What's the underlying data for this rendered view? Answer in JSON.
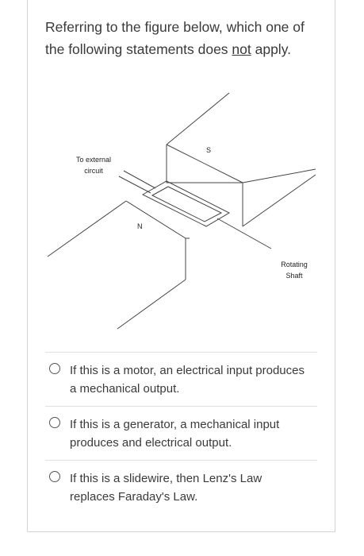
{
  "question": {
    "prefix": "Referring to the figure below, which one of the following statements does ",
    "emphasis": "not",
    "suffix": " apply."
  },
  "figure": {
    "label_external_line1": "To external",
    "label_external_line2": "circuit",
    "label_s": "S",
    "label_n": "N",
    "label_rotating_line1": "Rotating",
    "label_rotating_line2": "Shaft"
  },
  "options": [
    {
      "text": "If this is a motor, an electrical input produces a mechanical output.",
      "selected": false
    },
    {
      "text": "If this is a generator, a mechanical input produces and electrical output.",
      "selected": false
    },
    {
      "text": "If this is a slidewire, then Lenz's Law replaces Faraday's Law.",
      "selected": false
    }
  ]
}
